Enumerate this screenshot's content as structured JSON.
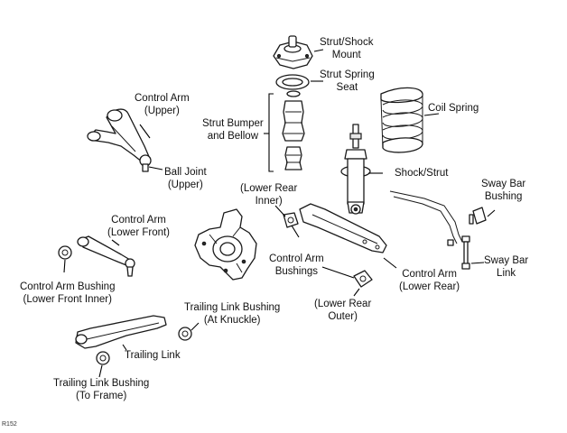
{
  "figure_id": "R152",
  "labels": {
    "strut_mount": [
      "Strut/Shock",
      "Mount"
    ],
    "strut_spring_seat": [
      "Strut Spring",
      "Seat"
    ],
    "coil_spring": [
      "Coil Spring"
    ],
    "strut_bumper": [
      "Strut Bumper",
      "and Bellow"
    ],
    "control_arm_upper": [
      "Control Arm",
      "(Upper)"
    ],
    "ball_joint_upper": [
      "Ball Joint",
      "(Upper)"
    ],
    "shock_strut": [
      "Shock/Strut"
    ],
    "sway_bar_bushing": [
      "Sway Bar",
      "Bushing"
    ],
    "lower_rear_inner": [
      "(Lower Rear",
      "Inner)"
    ],
    "control_arm_lower_front": [
      "Control Arm",
      "(Lower Front)"
    ],
    "sway_bar_link": [
      "Sway Bar",
      "Link"
    ],
    "control_arm_bushings": [
      "Control Arm",
      "Bushings"
    ],
    "control_arm_lower_rear": [
      "Control Arm",
      "(Lower Rear)"
    ],
    "control_arm_bushing_lower_front_inner": [
      "Control Arm Bushing",
      "(Lower Front Inner)"
    ],
    "lower_rear_outer": [
      "(Lower Rear",
      "Outer)"
    ],
    "trailing_link_bushing_knuckle": [
      "Trailing Link Bushing",
      "(At Knuckle)"
    ],
    "trailing_link": [
      "Trailing Link"
    ],
    "trailing_link_bushing_frame": [
      "Trailing Link Bushing",
      "(To Frame)"
    ]
  }
}
